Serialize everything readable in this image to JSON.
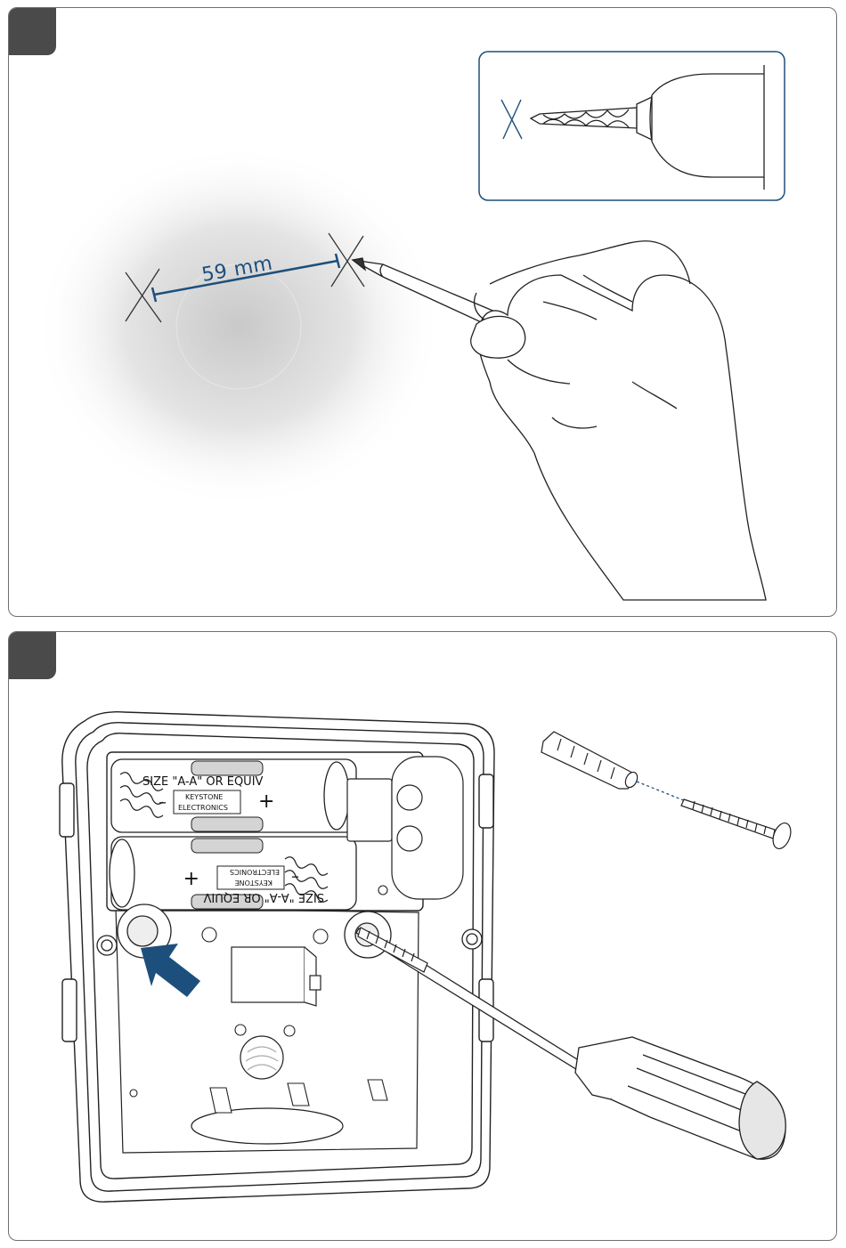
{
  "step1": {
    "measurement_label": "59 mm"
  },
  "step2": {
    "battery_top": {
      "size_text": "SIZE \"A-A\" OR EQUIV",
      "brand_line1": "KEYSTONE",
      "brand_line2": "ELECTRONICS",
      "plus": "+",
      "minus": "–"
    },
    "battery_bottom": {
      "size_text": "SIZE \"A-A\" OR EQUIV",
      "brand_line1": "KEYSTONE",
      "brand_line2": "ELECTRONICS",
      "plus": "+",
      "minus": "–"
    }
  },
  "colors": {
    "accent_blue": "#1d4f7c",
    "line": "#222222",
    "panel_border": "#6f6f6f",
    "badge": "#4a4a4a"
  }
}
